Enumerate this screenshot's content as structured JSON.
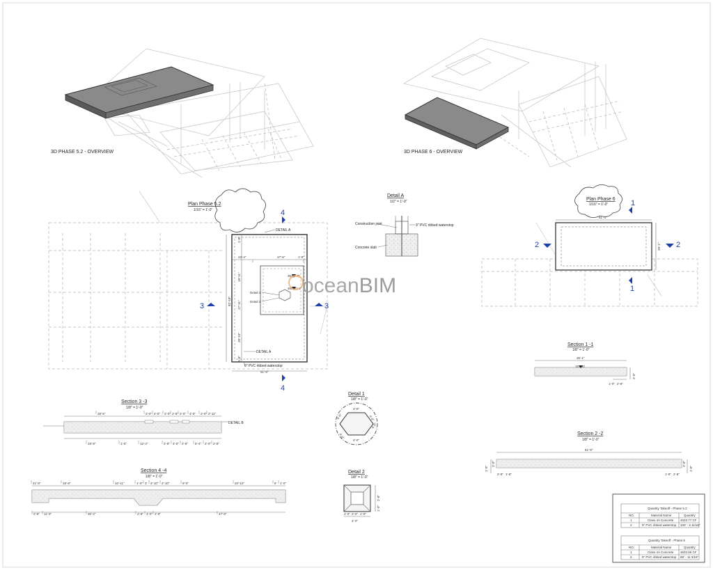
{
  "views": {
    "phase52_overview": "3D PHASE 5.2 - OVERVIEW",
    "phase6_overview": "3D PHASE 6 - OVERVIEW"
  },
  "plan52": {
    "title": "Plan Phase 5.2",
    "scale": "1/16\" = 1'-0\"",
    "detail_a_top": "DETAIL A",
    "detail_a_bottom": "DETAIL A",
    "waterstop_note": "9\" PVC ribbed waterstop",
    "dims": {
      "total_width": "51'-8\"",
      "left_width": "22'-4\"",
      "right_width": "27'-6\"",
      "side_small": "1'-9\"",
      "height_total": "82'-10\"",
      "h1": "18'-11\"",
      "h2": "17'-11\"",
      "h3": "28'-10\"",
      "edge_top": "1'-8\"",
      "edge_bot": "1'-8\""
    },
    "elevation1": "353.0'-8\"",
    "elevation2": "3853.0'-8\"",
    "detail1_ref": "Detail 1",
    "detail2_ref": "Detail 2",
    "markers": {
      "sec4_top": "4",
      "sec4_bottom": "4",
      "sec3_left": "3",
      "sec3_right": "3"
    }
  },
  "detailA": {
    "title": "Detail A",
    "scale": "1/2\" = 1'-0\"",
    "construction_joint": "Construction joint",
    "waterstop": "9\" PVC ribbed waterstop",
    "concrete_slab": "Concrete slab"
  },
  "watermark": {
    "prefix": "ocean",
    "suffix": "BIM"
  },
  "plan6": {
    "title": "Plan Phase 6",
    "scale": "1/16\" = 1'-0\"",
    "width": "61'-4\"",
    "height": "28'-1\"",
    "markers": {
      "sec1_top": "1",
      "sec1_bottom": "1",
      "sec2_left": "2",
      "sec2_right": "2"
    }
  },
  "section11": {
    "title": "Section 1 -1",
    "scale": "1/8\" = 1'-0\"",
    "width": "25'-1\"",
    "level": "167.00",
    "d1": "1'-0\"",
    "d2": "2'-8\"",
    "d3": "2'-0\""
  },
  "section22": {
    "title": "Section 2 -2",
    "scale": "1/8\" = 1'-0\"",
    "width": "61'-9\"",
    "left_dims": [
      "1'-0\"",
      "2'-0\"",
      "2'-8\"",
      "1'-8\""
    ],
    "right_dims": [
      "1'-8\"",
      "2'-8\"",
      "2'-0\"",
      "1'-0\""
    ]
  },
  "section33": {
    "title": "Section 3 -3",
    "scale": "1/8\" = 1'-0\"",
    "detail_b": "DETAIL B",
    "top_dims": [
      "28'-5\"",
      "2'-0\"",
      "4'-0\"",
      "2'-0\"",
      "2'-8\"",
      "2'-0\"",
      "4'-0\"",
      "2'-0\"",
      "2'-11\""
    ],
    "bottom_dims": [
      "18'-8\"",
      "1'-0\"",
      "12'-4\"",
      "2'-8\"",
      "4'-0\"",
      "2'-8\"",
      "5'-4\"",
      "2'-0\"",
      "2'-8\""
    ]
  },
  "section44": {
    "title": "Section 4 -4",
    "scale": "1/8\" = 1'-0\"",
    "top_dims": [
      "21'-8\"",
      "18'-8\"",
      "10'-11\"",
      "1'-0\"",
      "3'",
      "3'-10\"",
      "2'-10\"",
      "9'-0\"",
      "20'-10\"",
      "8'",
      "1'-0\""
    ],
    "bottom_dims": [
      "2'-8\"",
      "11'-0\"",
      "30'-2\"",
      "2'-8\"",
      "4'-0\"",
      "2'-8\"",
      "47'-8\""
    ]
  },
  "detail1": {
    "title": "Detail 1",
    "scale": "1/8\" = 1'-0\"",
    "sides": [
      "4'-0\"",
      "4'-0\"",
      "4'-0\"",
      "4'-0\"",
      "4'-0\"",
      "4'-0\""
    ]
  },
  "detail2": {
    "title": "Detail 2",
    "scale": "1/8\" = 1'-0\"",
    "dims": [
      "1'-0\"",
      "2'-0\"",
      "1'-0\"",
      "4'-0\"",
      "1'-0\"",
      "2'-8\""
    ]
  },
  "takeoff": {
    "tables": [
      {
        "title": "Quantity Takeoff - Phase 5.2",
        "headers": [
          "NO.",
          "Material Name",
          "Quantity"
        ],
        "rows": [
          [
            "1",
            "Class 4A Concrete",
            "4633.77 CF"
          ],
          [
            "2",
            "9\" PVC ribbed waterstop",
            "100' - 2 11/16\""
          ]
        ]
      },
      {
        "title": "Quantity Takeoff - Phase 6",
        "headers": [
          "NO.",
          "Material Name",
          "Quantity"
        ],
        "rows": [
          [
            "1",
            "Class 4A Concrete",
            "4633.66 CF"
          ],
          [
            "2",
            "9\" PVC ribbed waterstop",
            "88' - 11 3/16\""
          ]
        ]
      }
    ]
  }
}
